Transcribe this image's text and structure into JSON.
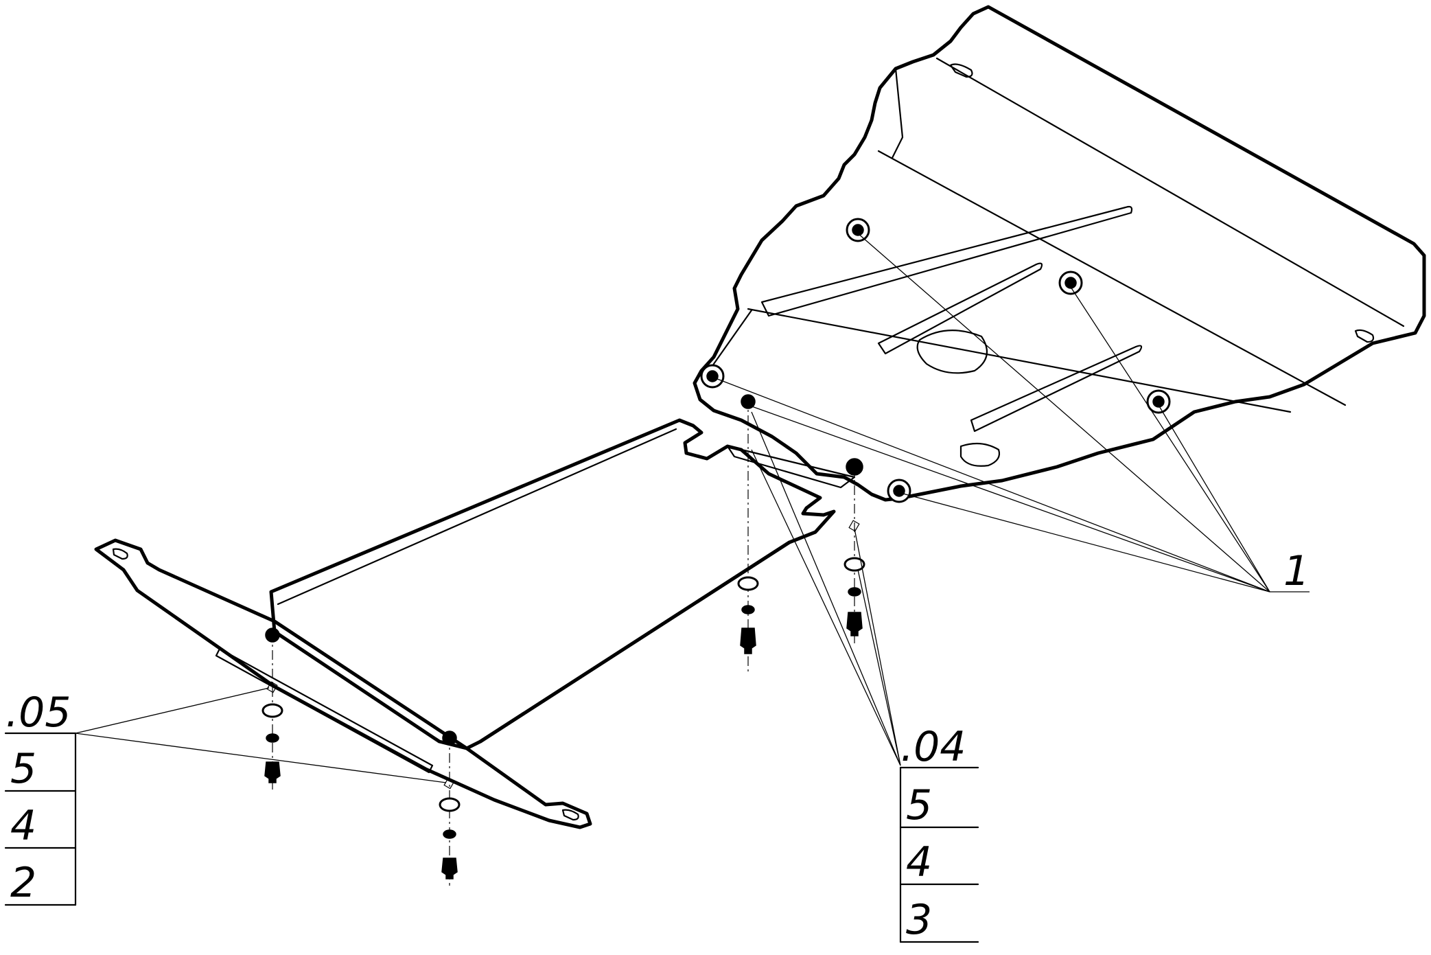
{
  "callouts": {
    "main_label": "1",
    "left_group": {
      "header": ".05",
      "rows": [
        "5",
        "4",
        "2"
      ]
    },
    "right_group": {
      "header": ".04",
      "rows": [
        "5",
        "4",
        "3"
      ]
    }
  }
}
